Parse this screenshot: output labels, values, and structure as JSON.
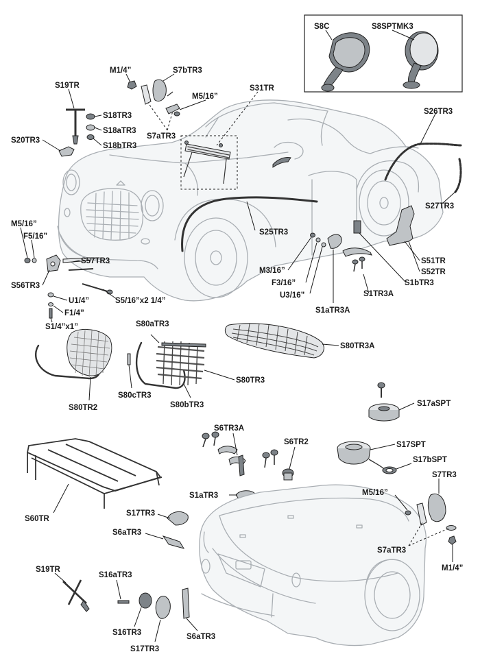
{
  "labels": {
    "s8c": "S8C",
    "s8sptmk3": "S8SPTMK3",
    "m14_top": "M1/4”",
    "s7btr3": "S7bTR3",
    "s19tr_top": "S19TR",
    "m516_top": "M5/16”",
    "s31tr": "S31TR",
    "s18tr3": "S18TR3",
    "s18atr3": "S18aTR3",
    "s18btr3": "S18bTR3",
    "s7atr3_top": "S7aTR3",
    "s20tr3": "S20TR3",
    "s26tr3": "S26TR3",
    "s27tr3": "S27TR3",
    "m516_left": "M5/16”",
    "f516": "F5/16”",
    "s25tr3": "S25TR3",
    "s57tr3": "S57TR3",
    "s56tr3": "S56TR3",
    "s516x2": "S5/16”x2 1/4”",
    "u14": "U1/4”",
    "f14": "F1/4”",
    "s14x1": "S1/4”x1”",
    "m316": "M3/16”",
    "f316": "F3/16”",
    "u316": "U3/16”",
    "s1atr3a": "S1aTR3A",
    "s1tr3a": "S1TR3A",
    "s1btr3": "S1bTR3",
    "s52tr": "S52TR",
    "s51tr": "S51TR",
    "s80atr3": "S80aTR3",
    "s80tr3a": "S80TR3A",
    "s80tr3": "S80TR3",
    "s80ctr3": "S80cTR3",
    "s80btr3": "S80bTR3",
    "s80tr2": "S80TR2",
    "s17aspt": "S17aSPT",
    "s6tr3a": "S6TR3A",
    "s6tr2": "S6TR2",
    "s17spt": "S17SPT",
    "s17bspt": "S17bSPT",
    "s7tr3": "S7TR3",
    "m516_right": "M5/16”",
    "s1atr3": "S1aTR3",
    "s60tr": "S60TR",
    "s17tr3_mid": "S17TR3",
    "s6atr3_mid": "S6aTR3",
    "s7atr3_right": "S7aTR3",
    "m14_right": "M1/4”",
    "s19tr_bottom": "S19TR",
    "s16atr3": "S16aTR3",
    "s16tr3": "S16TR3",
    "s6atr3_bottom": "S6aTR3",
    "s17tr3_bottom": "S17TR3"
  },
  "colors": {
    "car_outline": "#a9aeb3",
    "part_fill": "#bfc3c6",
    "label_text": "#1a1a1a"
  }
}
